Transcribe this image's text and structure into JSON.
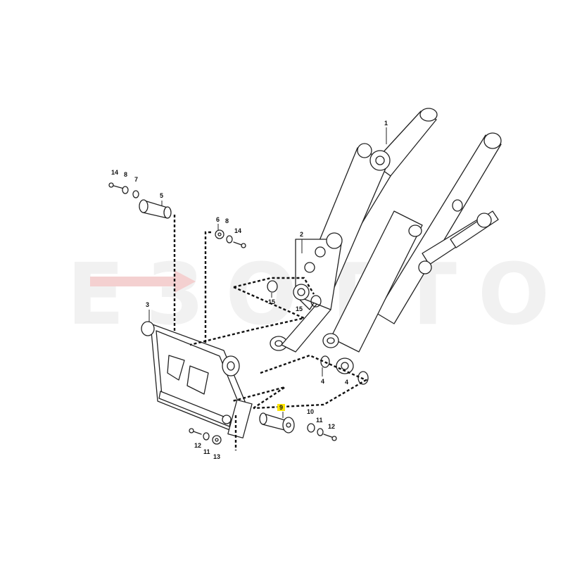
{
  "watermark": {
    "text": "E3OTTO"
  },
  "colors": {
    "stroke": "#222222",
    "fill": "#ffffff",
    "highlight": "#ffe600",
    "watermark": "#f0f0f0",
    "arrow": "#f2c6c6"
  },
  "callouts": [
    {
      "id": "1",
      "text": "1"
    },
    {
      "id": "2",
      "text": "2"
    },
    {
      "id": "3",
      "text": "3"
    },
    {
      "id": "4a",
      "text": "4"
    },
    {
      "id": "4b",
      "text": "4"
    },
    {
      "id": "5",
      "text": "5"
    },
    {
      "id": "6",
      "text": "6"
    },
    {
      "id": "7",
      "text": "7"
    },
    {
      "id": "8a",
      "text": "8"
    },
    {
      "id": "8b",
      "text": "8"
    },
    {
      "id": "9",
      "text": "9",
      "highlighted": true
    },
    {
      "id": "10",
      "text": "10"
    },
    {
      "id": "11a",
      "text": "11"
    },
    {
      "id": "11b",
      "text": "11"
    },
    {
      "id": "12a",
      "text": "12"
    },
    {
      "id": "12b",
      "text": "12"
    },
    {
      "id": "13",
      "text": "13"
    },
    {
      "id": "14a",
      "text": "14"
    },
    {
      "id": "14b",
      "text": "14"
    },
    {
      "id": "15a",
      "text": "15"
    },
    {
      "id": "15b",
      "text": "15"
    }
  ]
}
